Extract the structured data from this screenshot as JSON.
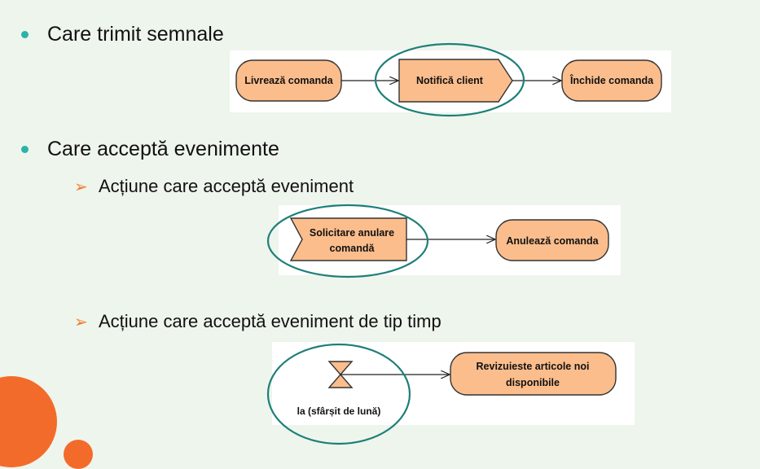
{
  "bullets": {
    "b1": "Care trimit semnale",
    "b2": "Care acceptă evenimente"
  },
  "sub_bullets": {
    "s1": "Acțiune care acceptă eveniment",
    "s2": "Acțiune care acceptă eveniment de tip timp"
  },
  "diagram1": {
    "n1": "Livrează comanda",
    "n2": "Notifică client",
    "n3": "Închide comanda"
  },
  "diagram2": {
    "n1_line1": "Solicitare anulare",
    "n1_line2": "comandă",
    "n2": "Anulează comanda"
  },
  "diagram3": {
    "timer_label": "la (sfârșit de lună)",
    "n1_line1": "Revizuieste articole noi",
    "n1_line2": "disponibile"
  },
  "colors": {
    "accent_teal": "#2bb3a8",
    "node_fill": "#fbbd8c",
    "ellipse": "#1e7f79",
    "deco_orange": "#f36b2b",
    "arrow_bullet": "#f07a2b"
  },
  "icons": {
    "sub_bullet": "arrow-bullet-icon",
    "timer": "hourglass-icon"
  }
}
